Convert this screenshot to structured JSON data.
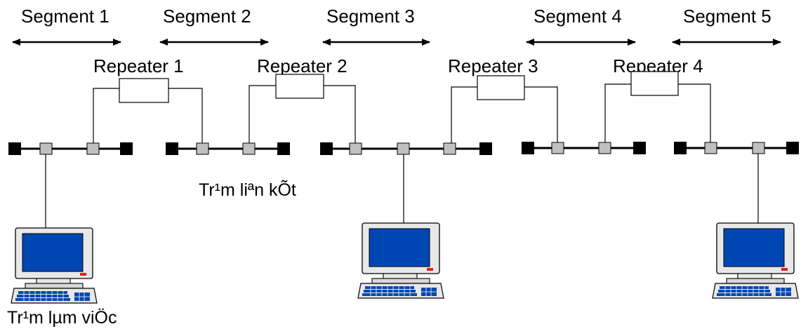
{
  "segments": [
    {
      "label": "Segment 1"
    },
    {
      "label": "Segment 2"
    },
    {
      "label": "Segment 3"
    },
    {
      "label": "Segment 4"
    },
    {
      "label": "Segment 5"
    }
  ],
  "repeaters": [
    {
      "label": "Repeater 1"
    },
    {
      "label": "Repeater 2"
    },
    {
      "label": "Repeater 3"
    },
    {
      "label": "Repeater 4"
    }
  ],
  "captions": {
    "relay_station": "Tr¹m liªn kÕt",
    "workstation": "Tr¹m lµm viÖc"
  },
  "colors": {
    "line": "#000000",
    "node": "#c0c0c0",
    "terminator": "#000000",
    "screen": "#0047b3",
    "monitor_case": "#e8e8e8",
    "keyboard_key": "#0047b3",
    "power_led": "#e02020"
  },
  "icons": [
    "double-arrow-icon",
    "computer-icon",
    "terminator-icon",
    "tap-node-icon"
  ]
}
